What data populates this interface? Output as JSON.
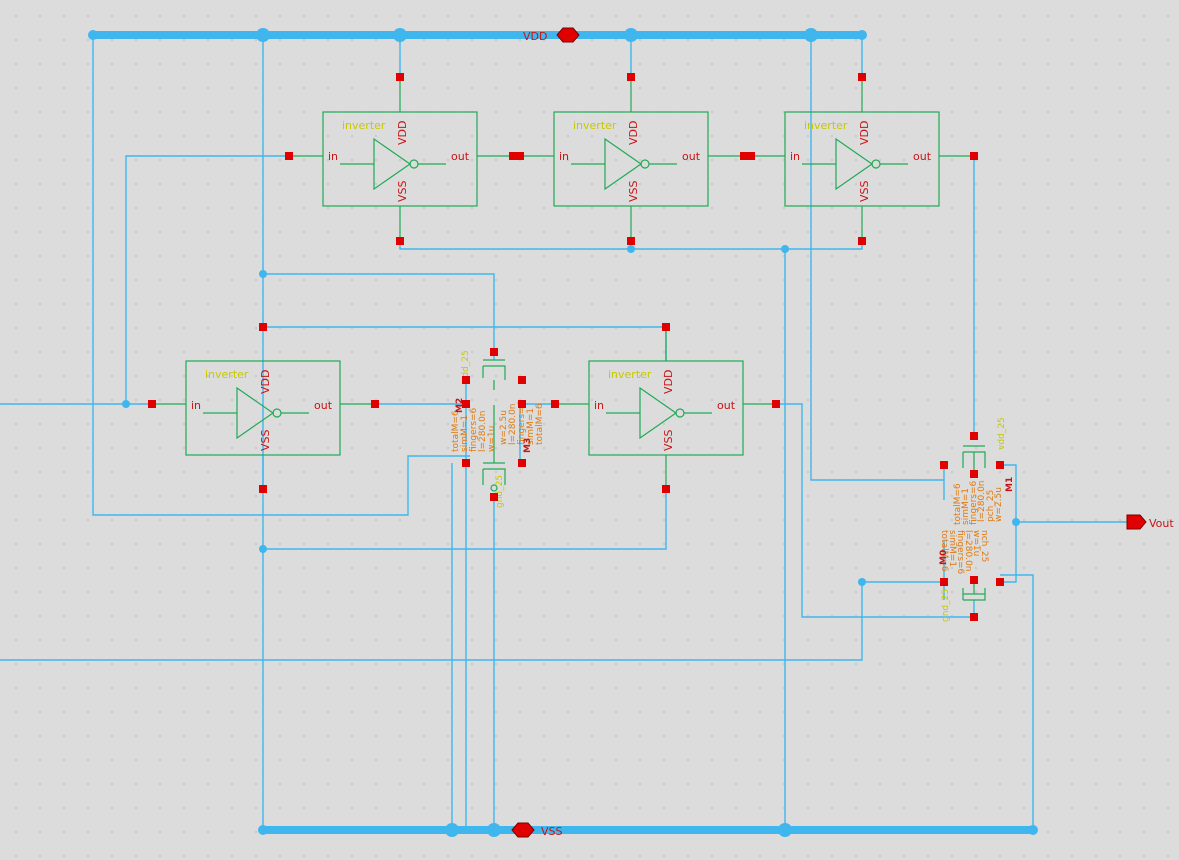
{
  "nets": {
    "vdd": "VDD",
    "vss": "VSS",
    "vout": "Vout"
  },
  "cell_name": "inverter",
  "pins": {
    "in": "in",
    "out": "out",
    "vdd": "VDD",
    "vss": "VSS"
  },
  "transistors": {
    "m2": {
      "instance": "M2",
      "props": [
        "totalM=6",
        "simM=1",
        "fingers=6",
        "l=280.0n",
        "w=1u"
      ],
      "bulk": "vdd_25"
    },
    "m3": {
      "instance": "M3",
      "props": [
        "w=2.5u",
        "l=280.0n",
        "fingers=6",
        "simM=1",
        "totalM=6"
      ],
      "bulk": "gnd_25"
    },
    "m0": {
      "instance": "M0",
      "props": [
        "totalM=6",
        "simM=1",
        "fingers=6",
        "l=280.0n",
        "w=1u",
        "nch_25"
      ],
      "bulk": "gnd_25"
    },
    "m1": {
      "instance": "M1",
      "props": [
        "w=2.5u",
        "l=280.0n",
        "fingers=6",
        "pch_25",
        "simM=1",
        "totalM=6"
      ],
      "bulk": "vdd_25"
    }
  },
  "colors": {
    "wire": "#3fb6ee",
    "pin": "#e00000",
    "symbol": "#1faa55",
    "cell_label": "#c8c800",
    "pin_label": "#c81414",
    "property": "#e07a10",
    "background": "#dcdcdc"
  }
}
